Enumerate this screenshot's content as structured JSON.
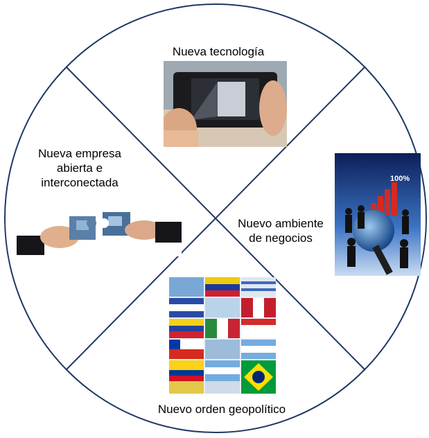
{
  "diagram": {
    "quadrants": {
      "top": {
        "label": "Nueva tecnología",
        "image": "tablet-device-photo"
      },
      "left": {
        "lines": [
          "Nueva empresa",
          "abierta e",
          "interconectada"
        ],
        "image": "puzzle-hands-photo"
      },
      "right": {
        "lines": [
          "Nuevo ambiente",
          "de negocios"
        ],
        "image": "business-globe-photo",
        "image_text": "100%"
      },
      "bottom": {
        "label": "Nuevo orden geopolítico",
        "image": "flags-collage-photo"
      }
    },
    "colors": {
      "circle_stroke": "#1f3864",
      "divider_stroke": "#1f3864"
    }
  }
}
